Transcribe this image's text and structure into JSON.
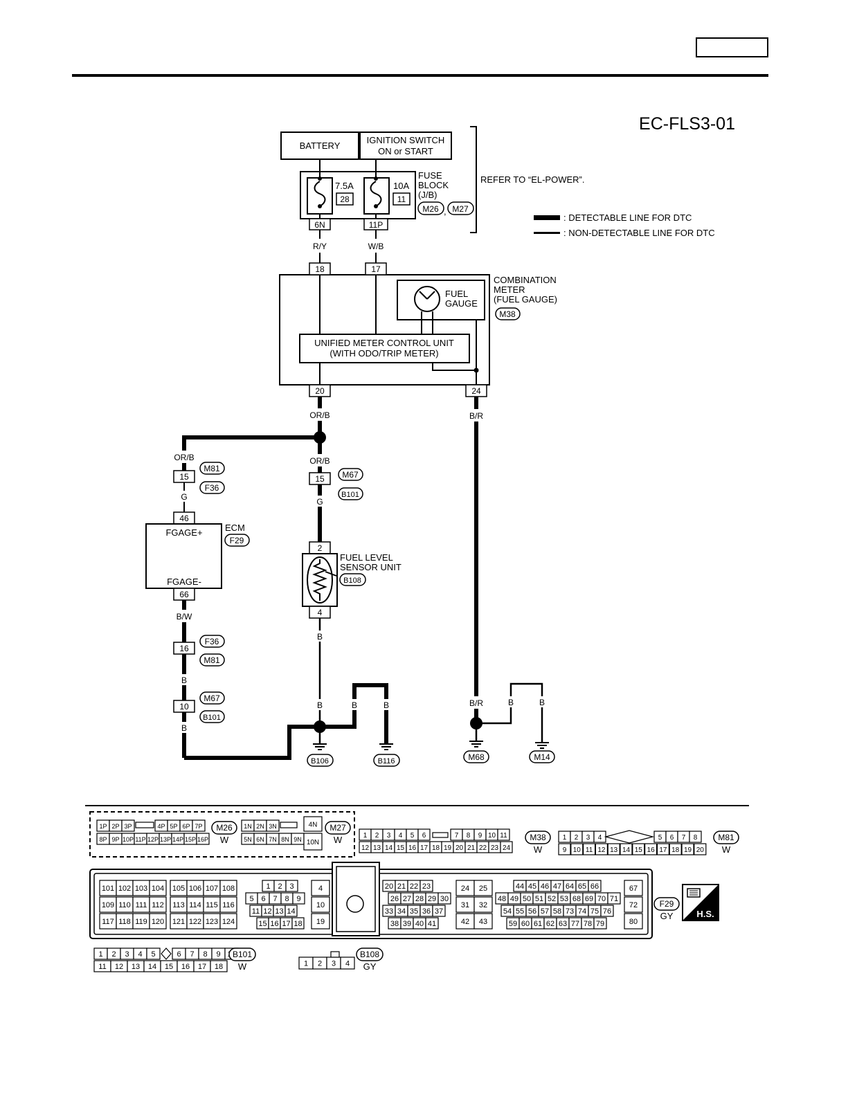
{
  "header": {
    "section_box": "",
    "diagram_id": "EC-FLS3-01"
  },
  "power": {
    "battery": "BATTERY",
    "ignition": [
      "IGNITION SWITCH",
      "ON or START"
    ],
    "fuse_block": [
      "FUSE",
      "BLOCK",
      "(J/B)"
    ],
    "fuse1": {
      "amp": "7.5A",
      "num": "28",
      "term": "6N"
    },
    "fuse2": {
      "amp": "10A",
      "num": "11",
      "term": "11P"
    },
    "fuse_block_connectors": [
      "M26",
      "M27"
    ],
    "refer": "REFER TO “EL-POWER”."
  },
  "legend": {
    "detectable": ": DETECTABLE LINE FOR DTC",
    "non_detectable": ": NON-DETECTABLE LINE FOR DTC"
  },
  "meter": {
    "title": [
      "COMBINATION",
      "METER",
      "(FUEL GAUGE)"
    ],
    "connector": "M38",
    "fuel_gauge": [
      "FUEL",
      "GAUGE"
    ],
    "control_unit": [
      "UNIFIED METER CONTROL UNIT",
      "(WITH ODO/TRIP METER)"
    ],
    "pins": {
      "in1": "18",
      "in2": "17",
      "out1": "20",
      "out2": "24"
    }
  },
  "wires": {
    "r_y": "R/Y",
    "w_b": "W/B",
    "or_b": "OR/B",
    "b_r": "B/R",
    "g": "G",
    "b_w": "B/W",
    "b": "B"
  },
  "connectors": {
    "jc15_left": "15",
    "m81": "M81",
    "f36": "F36",
    "jc15_mid": "15",
    "m67": "M67",
    "b101": "B101",
    "jc16": "16",
    "jc10": "10"
  },
  "ecm": {
    "label": "ECM",
    "connector": "F29",
    "pin_top": "46",
    "pin_bottom": "66",
    "sig_top": "FGAGE+",
    "sig_bottom": "FGAGE-"
  },
  "sensor": {
    "name": [
      "FUEL LEVEL",
      "SENSOR UNIT"
    ],
    "connector": "B108",
    "pin_top": "2",
    "pin_bottom": "4"
  },
  "grounds": [
    "B106",
    "B116",
    "M68",
    "M14"
  ],
  "bottom": {
    "m26_top": [
      "1P",
      "2P",
      "3P",
      "",
      "4P",
      "5P",
      "6P",
      "7P"
    ],
    "m26_bot": [
      "8P",
      "9P",
      "10P",
      "11P",
      "12P",
      "13P",
      "14P",
      "15P",
      "16P"
    ],
    "m26_label": "M26",
    "m26_color": "W",
    "m27_top": [
      "1N",
      "2N",
      "3N",
      ""
    ],
    "m27_bot": [
      "5N",
      "6N",
      "7N",
      "8N",
      "9N"
    ],
    "m27_side": [
      "4N",
      "10N"
    ],
    "m27_label": "M27",
    "m27_color": "W",
    "m38_top": [
      "1",
      "2",
      "3",
      "4",
      "5",
      "6",
      "",
      "7",
      "8",
      "9",
      "10",
      "11"
    ],
    "m38_bot": [
      "12",
      "13",
      "14",
      "15",
      "16",
      "17",
      "18",
      "19",
      "20",
      "21",
      "22",
      "23",
      "24"
    ],
    "m38_label": "M38",
    "m38_color": "W",
    "m81_top": [
      "1",
      "2",
      "3",
      "4",
      "",
      "5",
      "6",
      "7",
      "8"
    ],
    "m81_bot": [
      "9",
      "10",
      "11",
      "12",
      "13",
      "14",
      "15",
      "16",
      "17",
      "18",
      "19",
      "20"
    ],
    "m81_label": "M81",
    "m81_color": "W",
    "f29_g1": [
      [
        "101",
        "102",
        "103",
        "104"
      ],
      [
        "109",
        "110",
        "111",
        "112"
      ],
      [
        "117",
        "118",
        "119",
        "120"
      ]
    ],
    "f29_g2": [
      [
        "105",
        "106",
        "107",
        "108"
      ],
      [
        "113",
        "114",
        "115",
        "116"
      ],
      [
        "121",
        "122",
        "123",
        "124"
      ]
    ],
    "f29_g3": [
      [
        "1",
        "2",
        "3"
      ],
      [
        "5",
        "6",
        "7",
        "8",
        "9"
      ],
      [
        "11",
        "12",
        "13",
        "14"
      ],
      [
        "15",
        "16",
        "17",
        "18"
      ]
    ],
    "f29_g4": [
      "4",
      "10",
      "19"
    ],
    "f29_g5": [
      [
        "20",
        "21",
        "22",
        "23"
      ],
      [
        "26",
        "27",
        "28",
        "29",
        "30"
      ],
      [
        "33",
        "34",
        "35",
        "36",
        "37"
      ],
      [
        "38",
        "39",
        "40",
        "41"
      ]
    ],
    "f29_g6": [
      [
        "24",
        "25"
      ],
      [
        "31",
        "32"
      ],
      [
        "42",
        "43"
      ]
    ],
    "f29_g7": [
      [
        "44",
        "45",
        "46",
        "47",
        "64",
        "65",
        "66"
      ],
      [
        "48",
        "49",
        "50",
        "51",
        "52",
        "53",
        "68",
        "69",
        "70",
        "71"
      ],
      [
        "54",
        "55",
        "56",
        "57",
        "58",
        "73",
        "74",
        "75",
        "76"
      ],
      [
        "59",
        "60",
        "61",
        "62",
        "63",
        "77",
        "78",
        "79"
      ]
    ],
    "f29_g8": [
      "67",
      "72",
      "80"
    ],
    "f29_label": "F29",
    "f29_color": "GY",
    "hs_label": "H.S.",
    "b101_top": [
      "1",
      "2",
      "3",
      "4",
      "5",
      "",
      "6",
      "7",
      "8",
      "9",
      "10"
    ],
    "b101_bot": [
      "11",
      "12",
      "13",
      "14",
      "15",
      "16",
      "17",
      "18"
    ],
    "b101_label": "B101",
    "b101_color": "W",
    "b108_pins": [
      "1",
      "2",
      "3",
      "4"
    ],
    "b108_label": "B108",
    "b108_color": "GY"
  }
}
